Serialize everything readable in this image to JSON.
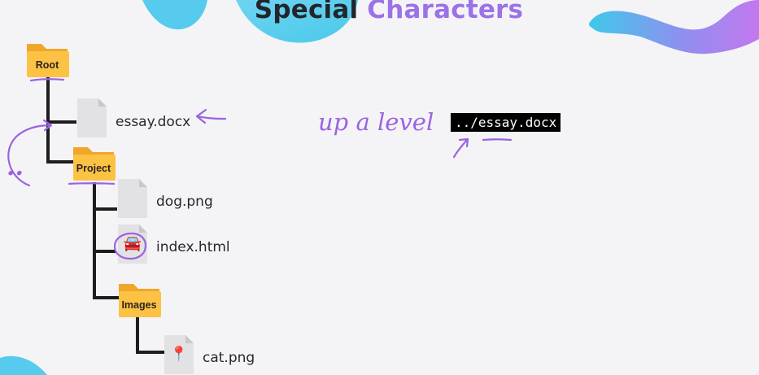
{
  "title": {
    "word1": "Special",
    "word2": "Characters"
  },
  "colors": {
    "accent_purple": "#9b72e8",
    "title_dark": "#22252c",
    "folder": "#fbbf3c",
    "ink": "#9b63e0"
  },
  "tree": {
    "root": {
      "label": "Root",
      "icon": "folder-icon"
    },
    "essay": {
      "name": "essay.docx",
      "icon": "file-icon"
    },
    "project": {
      "label": "Project",
      "icon": "folder-icon"
    },
    "dog": {
      "name": "dog.png",
      "icon": "file-icon"
    },
    "index": {
      "name": "index.html",
      "icon": "car-emoji-icon",
      "emoji": "🚘"
    },
    "images": {
      "label": "Images",
      "icon": "folder-icon"
    },
    "cat": {
      "name": "cat.png",
      "icon": "pin-emoji-icon",
      "emoji": "📍"
    }
  },
  "annotations": {
    "up_a_level": "up a level",
    "dots": "..",
    "code_path": "../essay.docx"
  }
}
